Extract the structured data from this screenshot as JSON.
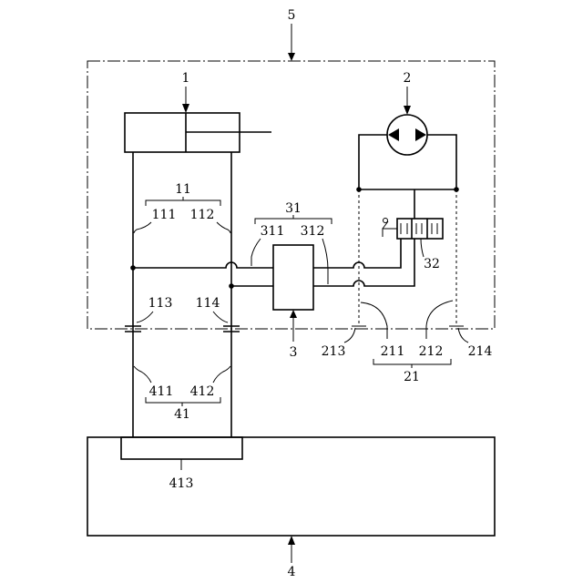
{
  "diagram": {
    "labels": {
      "l5": "5",
      "l1": "1",
      "l2": "2",
      "l11": "11",
      "l111": "111",
      "l112": "112",
      "l31": "31",
      "l311": "311",
      "l312": "312",
      "l32": "32",
      "l113": "113",
      "l114": "114",
      "l3": "3",
      "l213": "213",
      "l211": "211",
      "l212": "212",
      "l214": "214",
      "l21": "21",
      "l411": "411",
      "l412": "412",
      "l41": "41",
      "l413": "413",
      "l4": "4"
    }
  }
}
